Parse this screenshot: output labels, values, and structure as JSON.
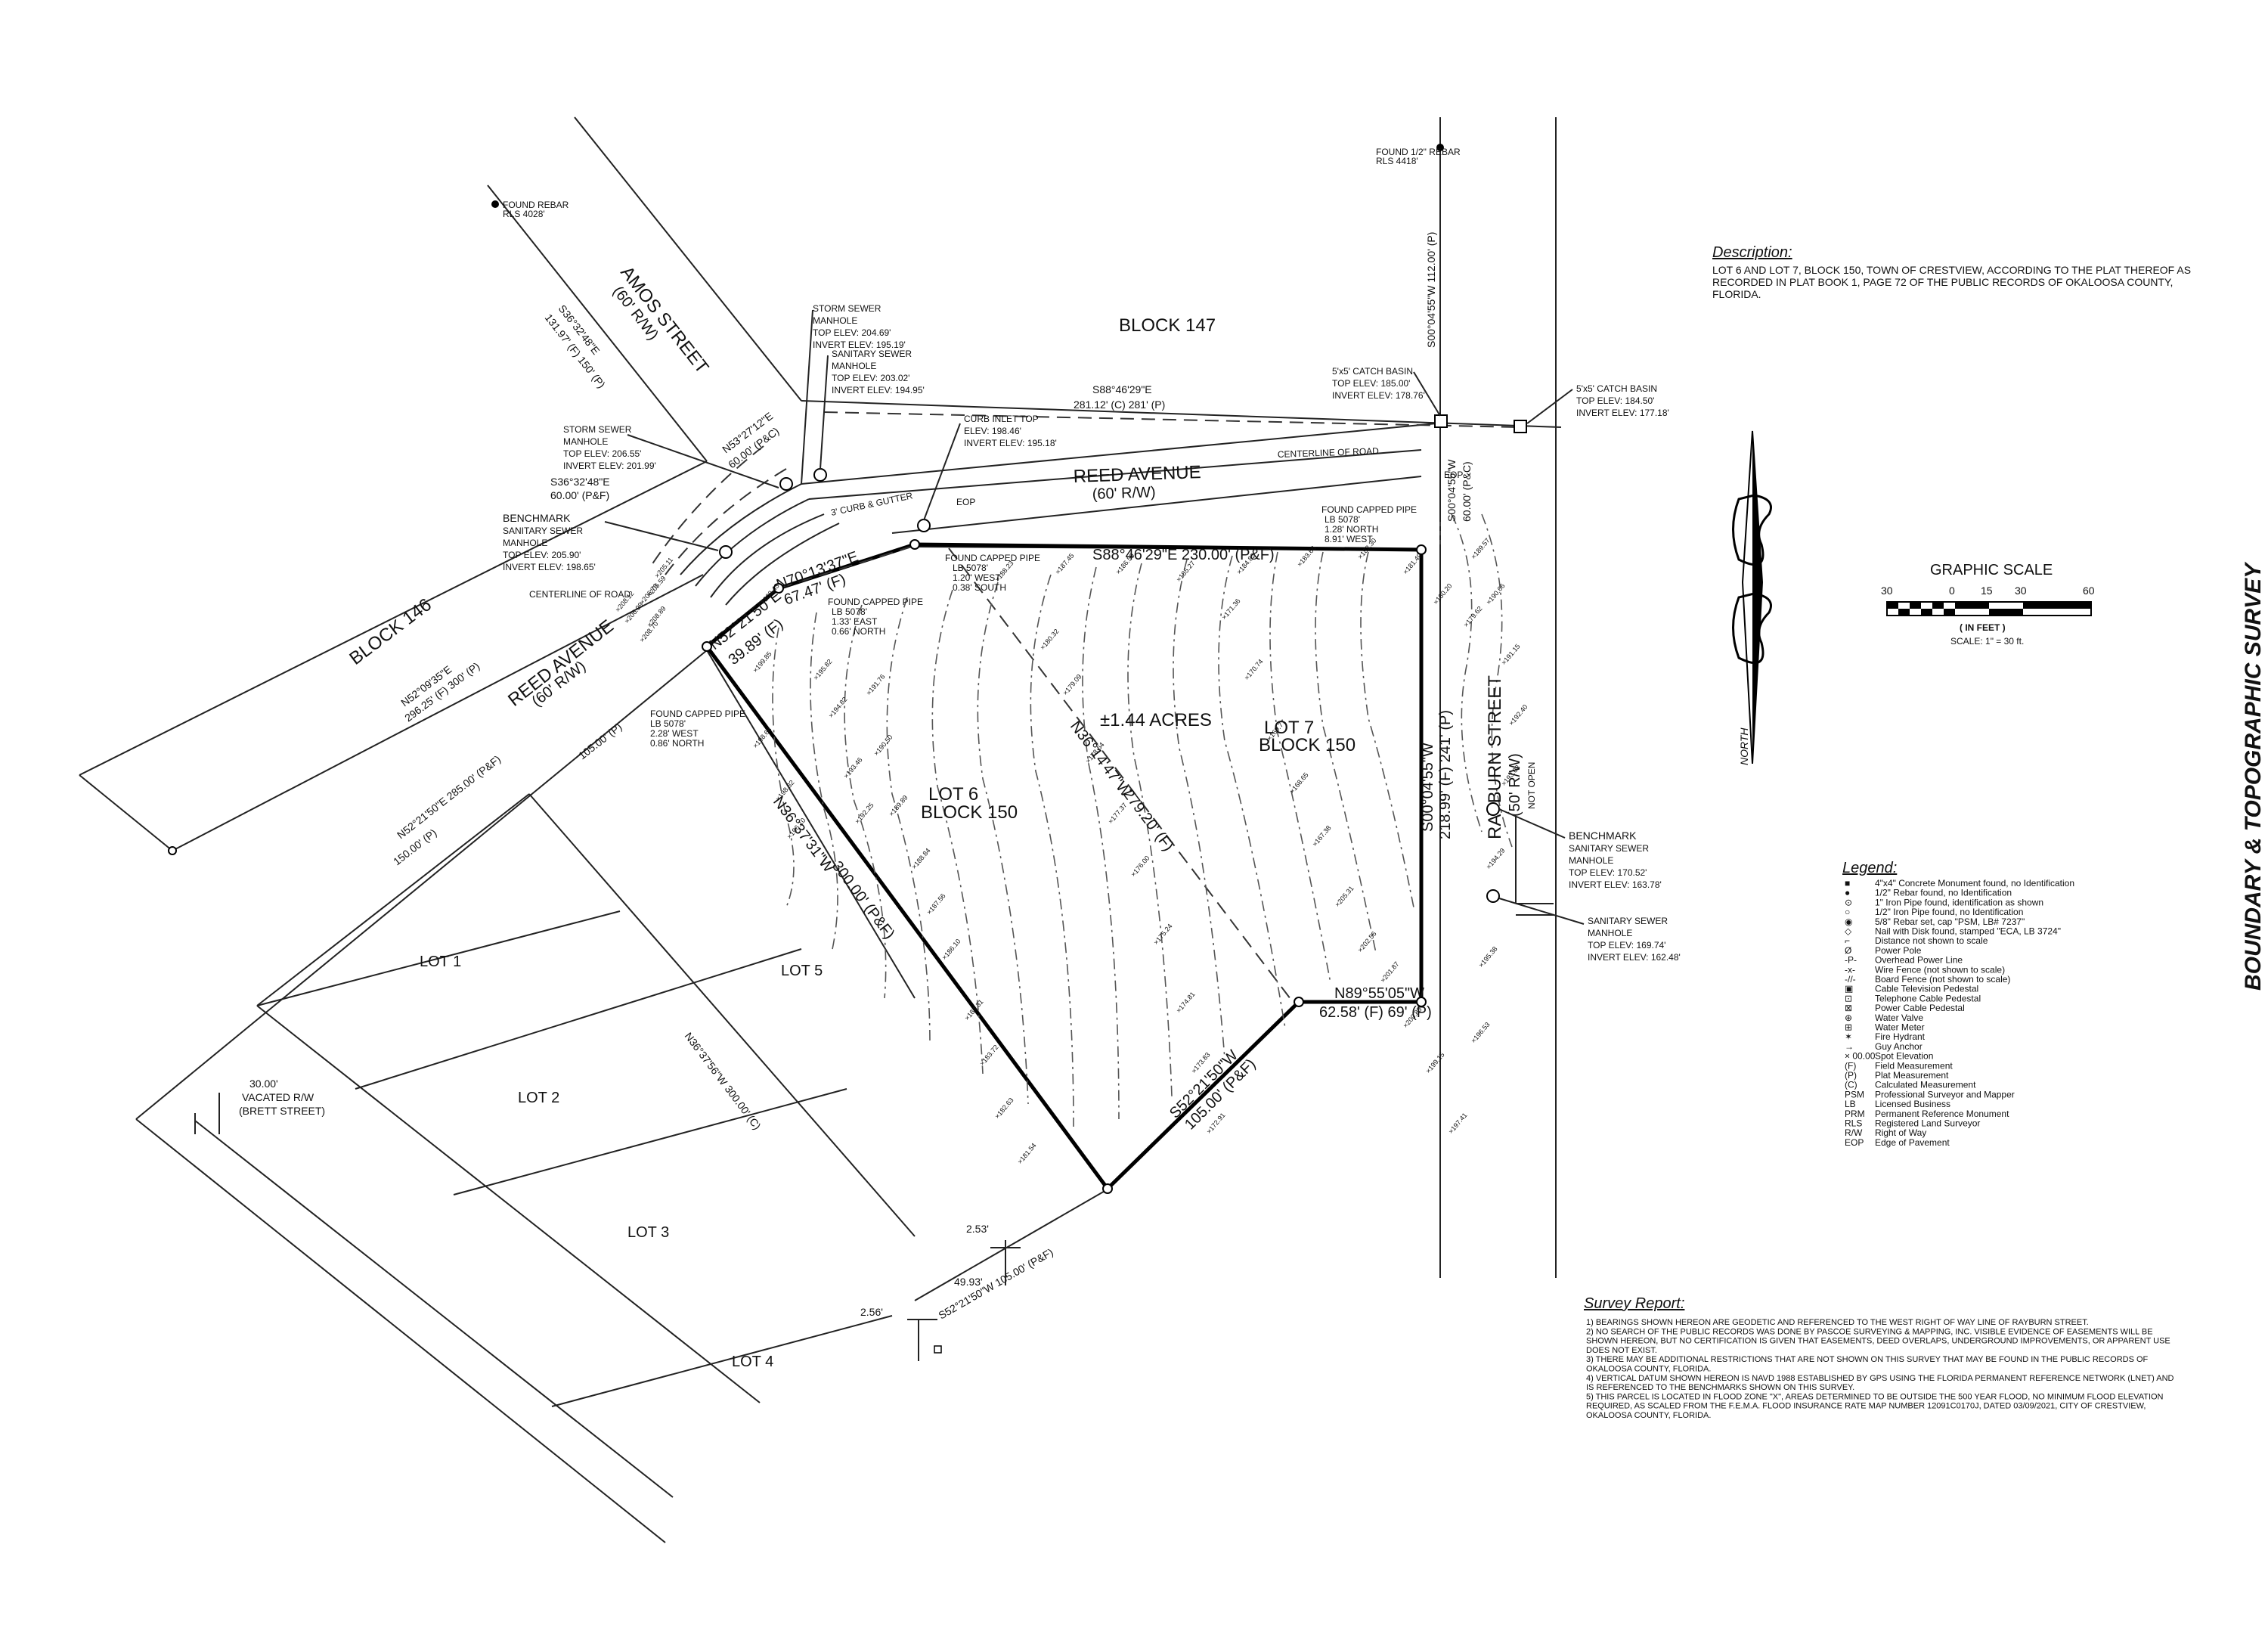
{
  "blocks": [
    "BLOCK 147",
    "BLOCK 146"
  ],
  "streets": {
    "amos": [
      "AMOS STREET",
      "(60' R/W)"
    ],
    "reed_north": [
      "REED AVENUE",
      "(60' R/W)"
    ],
    "reed_west": [
      "REED AVENUE",
      "(60' R/W)"
    ],
    "rayburn": [
      "RAYBURN STREET",
      "(50' R/W)",
      "NOT OPEN"
    ],
    "centerline": "CENTERLINE OF ROAD",
    "eop": "EOP",
    "curb": "3' CURB & GUTTER"
  },
  "lots": {
    "lot6": [
      "LOT 6",
      "BLOCK 150"
    ],
    "lot7": [
      "LOT 7",
      "BLOCK 150"
    ],
    "lot5": "LOT 5",
    "lot1": "LOT 1",
    "lot2": "LOT 2",
    "lot3": "LOT 3",
    "lot4": "LOT 4",
    "acres": "±1.44 ACRES"
  },
  "vacated": [
    "30.00'",
    "VACATED R/W",
    "(BRETT STREET)"
  ],
  "bearings": {
    "b1": "S36°32'48\"E",
    "b2": "131.97' (F) 150' (P)",
    "b3": "N53°27'12\"E",
    "b4": "60.00' (P&C)",
    "b5": "S88°46'29\"E",
    "b6": "281.12' (C) 281' (P)",
    "b7": "S36°32'48\"E",
    "b8": "60.00' (P&F)",
    "b9": "S88°46'29\"E   230.00' (P&F)",
    "b10": "N70°13'37\"E",
    "b11": "67.47' (F)",
    "b12": "N52°21'50\"E",
    "b13": "39.89' (F)",
    "b14": "N52°09'35\"E",
    "b15": "296.25' (F) 300' (P)",
    "b16": "105.00' (P)",
    "b17": "N52°21'50\"E   285.00' (P&F)",
    "b18": "150.00' (P)",
    "b19": "N36°37'31\"W",
    "b20": "300.00' (P&F)",
    "b21": "N36°37'56\"W",
    "b22": "300.00' (C)",
    "b23": "N36°14'47\"W",
    "b24": "279.20' (F)",
    "b25": "S00°04'55\"W",
    "b26": "218.99' (F) 241' (P)",
    "b27": "S00°04'55\"W",
    "b28": "60.00' (P&C)",
    "b29": "S00°04'55\"W   112.00' (P)",
    "b30": "N89°55'05\"W",
    "b31": "62.58' (F) 69' (P)",
    "b32": "S52°21'50\"W",
    "b33": "105.00' (P&F)",
    "b34": "S52°21'50\"W   105.00' (P&F)",
    "b35": "2.53'",
    "b36": "49.93'",
    "b37": "2.56'"
  },
  "callouts": {
    "storm_sewer_top": [
      "STORM SEWER",
      "MANHOLE",
      "TOP ELEV: 204.69'",
      "INVERT ELEV: 195.19'"
    ],
    "sanitary_sewer_top": [
      "SANITARY SEWER",
      "MANHOLE",
      "TOP ELEV: 203.02'",
      "INVERT ELEV: 194.95'"
    ],
    "curb_inlet": [
      "CURB INLET TOP",
      "ELEV: 198.46'",
      "INVERT ELEV: 195.18'"
    ],
    "storm_sewer_left": [
      "STORM SEWER",
      "MANHOLE",
      "TOP ELEV: 206.55'",
      "INVERT ELEV: 201.99'"
    ],
    "benchmark_left": [
      "BENCHMARK",
      "SANITARY SEWER",
      "MANHOLE",
      "TOP ELEV: 205.90'",
      "INVERT ELEV: 198.65'"
    ],
    "catch_basin_1": [
      "5'x5' CATCH BASIN",
      "TOP ELEV: 185.00'",
      "INVERT ELEV: 178.76'"
    ],
    "catch_basin_2": [
      "5'x5' CATCH BASIN",
      "TOP ELEV: 184.50'",
      "INVERT ELEV: 177.18'"
    ],
    "benchmark_right": [
      "BENCHMARK",
      "SANITARY SEWER",
      "MANHOLE",
      "TOP ELEV: 170.52'",
      "INVERT ELEV: 163.78'"
    ],
    "sanitary_right": [
      "SANITARY SEWER",
      "MANHOLE",
      "TOP ELEV: 169.74'",
      "INVERT ELEV: 162.48'"
    ],
    "found_rebar_1": [
      "FOUND REBAR",
      "RLS 4028'"
    ],
    "found_rebar_2": [
      "FOUND 1/2\" REBAR",
      "RLS 4418'"
    ],
    "capped_pipe_1": [
      "FOUND CAPPED PIPE",
      "LB 5078'",
      "1.20' WEST",
      "0.38' SOUTH"
    ],
    "capped_pipe_2": [
      "FOUND CAPPED PIPE",
      "LB 5078'",
      "1.33' EAST",
      "0.66' NORTH"
    ],
    "capped_pipe_3": [
      "FOUND CAPPED PIPE",
      "LB 5078'",
      "2.28' WEST",
      "0.86' NORTH"
    ],
    "capped_pipe_4": [
      "FOUND CAPPED PIPE",
      "LB 5078'",
      "1.28' NORTH",
      "8.91' WEST"
    ]
  },
  "description": {
    "heading": "Description:",
    "lines": [
      "LOT 6 AND LOT 7, BLOCK 150, TOWN OF CRESTVIEW, ACCORDING TO THE PLAT THEREOF AS",
      "RECORDED IN PLAT BOOK 1, PAGE 72 OF THE PUBLIC RECORDS OF OKALOOSA COUNTY,",
      "FLORIDA."
    ]
  },
  "north_label": "NORTH",
  "scale": {
    "title": "GRAPHIC SCALE",
    "ticks": [
      "30",
      "0",
      "15",
      "30",
      "60"
    ],
    "unit": "( IN FEET )",
    "ratio": "SCALE: 1\" = 30 ft."
  },
  "legend": {
    "heading": "Legend:",
    "items": [
      {
        "sym": "■",
        "text": "4\"x4\" Concrete Monument found, no Identification"
      },
      {
        "sym": "●",
        "text": "1/2\" Rebar found, no Identification"
      },
      {
        "sym": "⊙",
        "text": "1\" Iron Pipe found, identification as shown"
      },
      {
        "sym": "○",
        "text": "1/2\" Iron Pipe found, no Identification"
      },
      {
        "sym": "◉",
        "text": "5/8\" Rebar set, cap \"PSM, LB# 7237\""
      },
      {
        "sym": "◇",
        "text": "Nail with Disk found, stamped \"ECA, LB 3724\""
      },
      {
        "sym": "⌐",
        "text": "Distance not shown to scale"
      },
      {
        "sym": "Ø",
        "text": "Power Pole"
      },
      {
        "sym": "-P-",
        "text": "Overhead Power Line"
      },
      {
        "sym": "-x-",
        "text": "Wire Fence (not shown to scale)"
      },
      {
        "sym": "-//-",
        "text": "Board Fence (not shown to scale)"
      },
      {
        "sym": "▣",
        "text": "Cable Television Pedestal"
      },
      {
        "sym": "⊡",
        "text": "Telephone Cable Pedestal"
      },
      {
        "sym": "⊠",
        "text": "Power Cable Pedestal"
      },
      {
        "sym": "⊕",
        "text": "Water Valve"
      },
      {
        "sym": "⊞",
        "text": "Water Meter"
      },
      {
        "sym": "✶",
        "text": "Fire Hydrant"
      },
      {
        "sym": "→",
        "text": "Guy Anchor"
      },
      {
        "sym": "× 00.00",
        "text": "Spot Elevation"
      },
      {
        "sym": "(F)",
        "text": "Field Measurement"
      },
      {
        "sym": "(P)",
        "text": "Plat Measurement"
      },
      {
        "sym": "(C)",
        "text": "Calculated Measurement"
      },
      {
        "sym": "PSM",
        "text": "Professional Surveyor and Mapper"
      },
      {
        "sym": "LB",
        "text": "Licensed Business"
      },
      {
        "sym": "PRM",
        "text": "Permanent Reference Monument"
      },
      {
        "sym": "RLS",
        "text": "Registered Land Surveyor"
      },
      {
        "sym": "R/W",
        "text": "Right of Way"
      },
      {
        "sym": "EOP",
        "text": "Edge of Pavement"
      }
    ]
  },
  "survey_report": {
    "heading": "Survey Report:",
    "lines": [
      "1)  BEARINGS SHOWN HEREON ARE GEODETIC AND REFERENCED TO THE WEST RIGHT OF WAY LINE OF RAYBURN STREET.",
      "2)  NO SEARCH OF THE PUBLIC RECORDS WAS DONE BY PASCOE SURVEYING & MAPPING, INC. VISIBLE EVIDENCE OF EASEMENTS WILL BE",
      "     SHOWN HEREON, BUT NO CERTIFICATION IS GIVEN THAT EASEMENTS, DEED OVERLAPS, UNDERGROUND IMPROVEMENTS, OR APPARENT USE",
      "     DOES NOT EXIST.",
      "3)  THERE MAY BE ADDITIONAL RESTRICTIONS THAT ARE NOT SHOWN ON THIS SURVEY THAT MAY BE FOUND IN THE PUBLIC RECORDS OF",
      "     OKALOOSA COUNTY, FLORIDA.",
      "4)  VERTICAL DATUM SHOWN HEREON IS NAVD 1988 ESTABLISHED BY GPS USING THE FLORIDA PERMANENT REFERENCE NETWORK (LNET) AND",
      "     IS REFERENCED TO THE BENCHMARKS SHOWN ON THIS SURVEY.",
      "5)  THIS PARCEL IS LOCATED IN FLOOD ZONE \"X\", AREAS DETERMINED TO BE OUTSIDE THE 500 YEAR FLOOD, NO MINIMUM FLOOD ELEVATION",
      "     REQUIRED, AS SCALED FROM THE F.E.M.A. FLOOD INSURANCE RATE MAP NUMBER 12091C0170J, DATED 03/09/2021, CITY OF CRESTVIEW,",
      "     OKALOOSA COUNTY, FLORIDA."
    ]
  },
  "title_vertical": "BOUNDARY & TOPOGRAPHIC SURVEY",
  "spot_elevations": [
    "208.70",
    "208.89",
    "206.99",
    "208.12",
    "206.70",
    "205.59",
    "205.11",
    "200.43",
    "199.85",
    "198.68",
    "198.32",
    "196.10",
    "195.82",
    "194.82",
    "193.46",
    "192.25",
    "191.76",
    "190.50",
    "189.89",
    "188.84",
    "187.56",
    "186.10",
    "184.31",
    "183.72",
    "182.63",
    "181.54",
    "180.32",
    "179.09",
    "178.64",
    "177.37",
    "176.00",
    "175.24",
    "174.81",
    "173.83",
    "172.91",
    "171.36",
    "170.74",
    "169.77",
    "168.65",
    "167.38",
    "205.31",
    "202.56",
    "201.87",
    "200.85",
    "199.15",
    "197.41",
    "196.53",
    "195.38",
    "194.29",
    "193.08",
    "192.40",
    "191.15",
    "190.66",
    "189.57",
    "188.23",
    "187.45",
    "186.59",
    "185.27",
    "184.82",
    "183.66",
    "182.30",
    "181.49",
    "180.20",
    "179.62"
  ]
}
